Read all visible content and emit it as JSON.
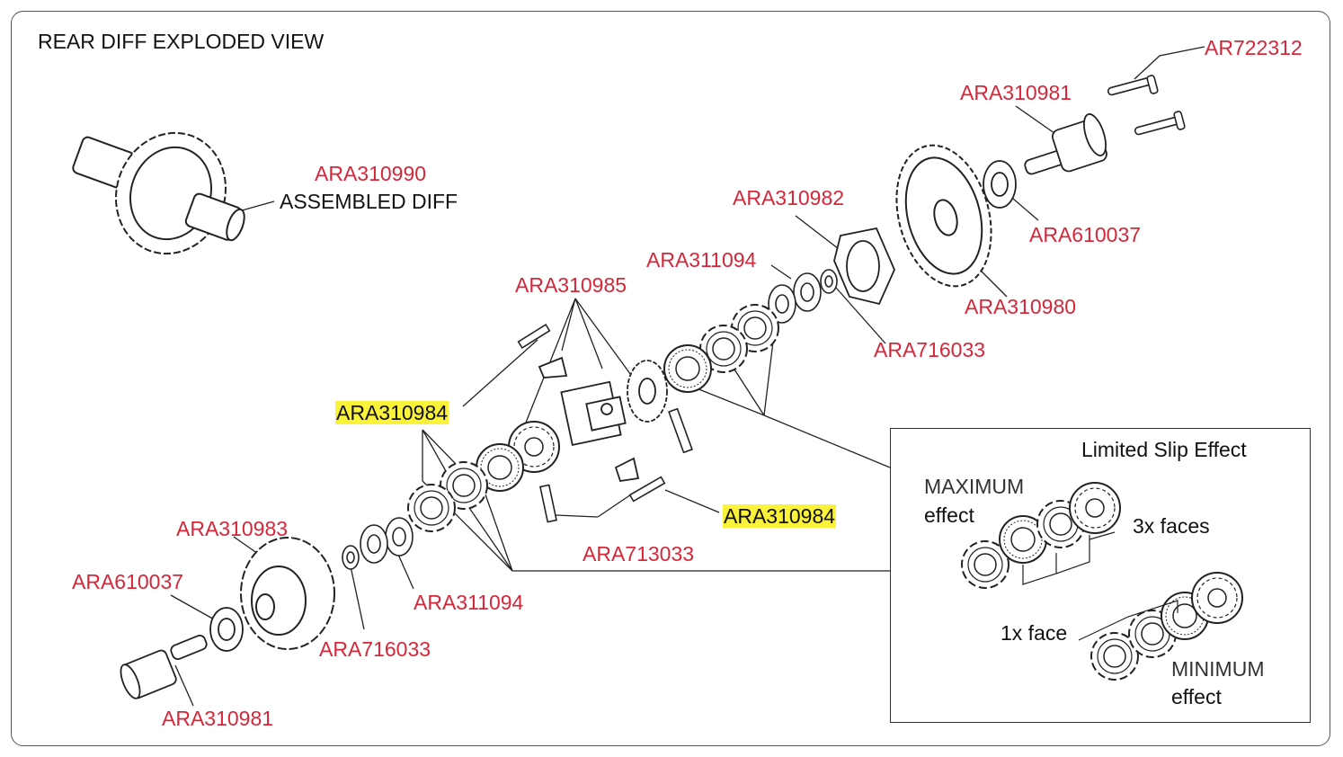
{
  "title": "REAR DIFF EXPLODED VIEW",
  "labels": {
    "ar722312": "AR722312",
    "ara310981_top": "ARA310981",
    "ara610037_top": "ARA610037",
    "ara310982": "ARA310982",
    "ara310980": "ARA310980",
    "ara311094_top": "ARA311094",
    "ara716033_top": "ARA716033",
    "ara310985": "ARA310985",
    "ara310990": "ARA310990",
    "assembled_diff": "ASSEMBLED DIFF",
    "ara310984_left": "ARA310984",
    "ara310984_right": "ARA310984",
    "ara713033": "ARA713033",
    "ara310983": "ARA310983",
    "ara610037_bottom": "ARA610037",
    "ara311094_bottom": "ARA311094",
    "ara716033_bottom": "ARA716033",
    "ara310981_bottom": "ARA310981"
  },
  "inset": {
    "title": "Limited Slip Effect",
    "max_line1": "MAXIMUM",
    "max_line2": "effect",
    "three_faces": "3x faces",
    "one_face": "1x face",
    "min_line1": "MINIMUM",
    "min_line2": "effect"
  },
  "colors": {
    "part_number": "#d6273a",
    "highlight": "#fbf23a",
    "frame": "#555555"
  }
}
